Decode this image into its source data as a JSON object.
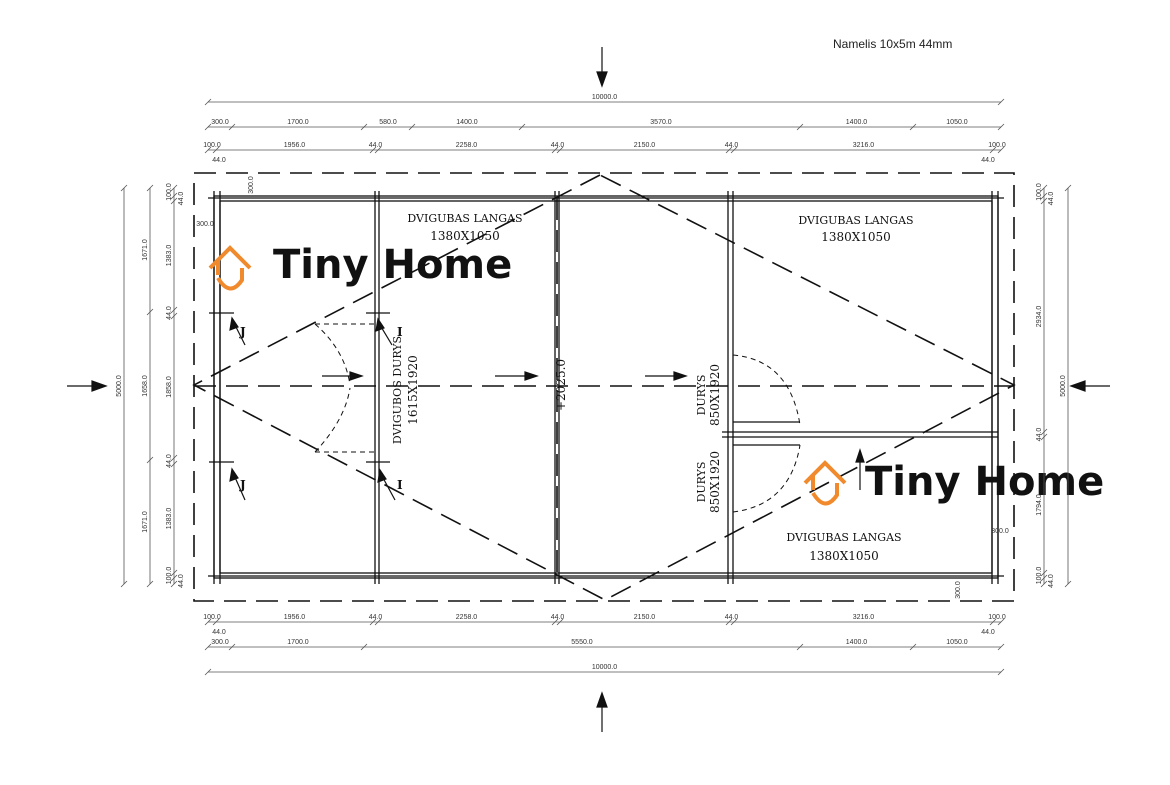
{
  "title": "Namelis 10x5m 44mm",
  "logo_text": "Tiny Home",
  "logo_color": "#f08a2c",
  "labels": {
    "window": "DVIGUBAS LANGAS",
    "window_size": "1380X1050",
    "double_door": "DVIGUBOS DURYS",
    "double_door_size": "1615X1920",
    "door": "DURYS",
    "door_size": "850X1920",
    "height_mark": "+2025.0",
    "section_j": "J",
    "section_i": "I"
  },
  "dimensions": {
    "top_overall": "10000.0",
    "top_row2": [
      "300.0",
      "1700.0",
      "580.0",
      "1400.0",
      "3570.0",
      "1400.0",
      "1050.0"
    ],
    "top_row3": [
      "100.0",
      "1956.0",
      "44.0",
      "2258.0",
      "44.0",
      "2150.0",
      "44.0",
      "3216.0",
      "100.0"
    ],
    "top_row3_sub": [
      "44.0",
      "44.0"
    ],
    "bottom_row1": [
      "100.0",
      "1956.0",
      "44.0",
      "2258.0",
      "44.0",
      "2150.0",
      "44.0",
      "3216.0",
      "100.0"
    ],
    "bottom_row1_sub": [
      "44.0",
      "44.0"
    ],
    "bottom_row2": [
      "300.0",
      "1700.0",
      "5550.0",
      "1400.0",
      "1050.0"
    ],
    "bottom_overall": "10000.0",
    "left_overall": "5000.0",
    "left_row2": [
      "1671.0",
      "1658.0",
      "1671.0"
    ],
    "left_row3": [
      "100.0",
      "44.0",
      "1383.0",
      "44.0",
      "1858.0",
      "44.0",
      "1383.0",
      "100.0",
      "44.0"
    ],
    "right_row1": [
      "100.0",
      "44.0",
      "2934.0",
      "44.0",
      "1794.0",
      "100.0",
      "44.0"
    ],
    "right_overall": "5000.0",
    "small": [
      "300.0",
      "300.0",
      "300.0",
      "300.0"
    ]
  }
}
